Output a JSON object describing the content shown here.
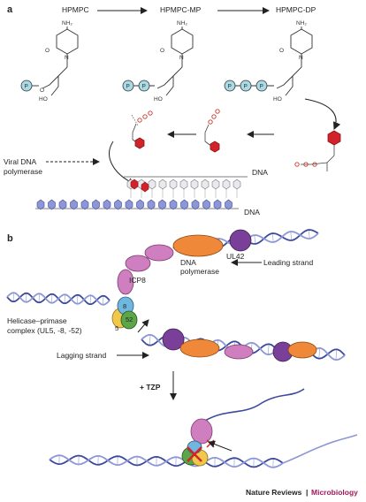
{
  "panels": {
    "a": "a",
    "b": "b"
  },
  "compounds": [
    "HPMPC",
    "HPMPC-MP",
    "HPMPC-DP"
  ],
  "chem_labels": {
    "nh2": "NH₂",
    "oxygen": "O",
    "nitrogen": "N",
    "hydroxyl": "HO",
    "phosphate": "P"
  },
  "panel_a_labels": {
    "viral_polymerase_line1": "Viral DNA",
    "viral_polymerase_line2": "polymerase",
    "dna_top": "DNA",
    "dna_bottom": "DNA"
  },
  "panel_b_labels": {
    "leading_strand": "Leading strand",
    "ul42": "UL42",
    "dna_polymerase_line1": "DNA",
    "dna_polymerase_line2": "polymerase",
    "icp8": "ICP8",
    "helicase_line1": "Helicase–primase",
    "helicase_line2": "complex (UL5, -8, -52)",
    "subunit_8": "8",
    "subunit_52": "52",
    "subunit_5": "5",
    "lagging_strand": "Lagging strand",
    "tzp": "+ TZP"
  },
  "footer": {
    "journal": "Nature Reviews",
    "separator": "|",
    "section": "Microbiology"
  },
  "colors": {
    "phosphate_fill": "#a9dbe6",
    "hexagon_red": "#d2232a",
    "dna_blue": "#3d4a9c",
    "dna_light": "#8d97d6",
    "orange_polymerase": "#f0883a",
    "purple_ul42": "#7a3f98",
    "pink_icp8": "#cf7fbf",
    "helicase_blue": "#6fb7df",
    "helicase_green": "#5aa648",
    "helicase_yellow": "#f1c84b",
    "accent": "#a0195a"
  }
}
